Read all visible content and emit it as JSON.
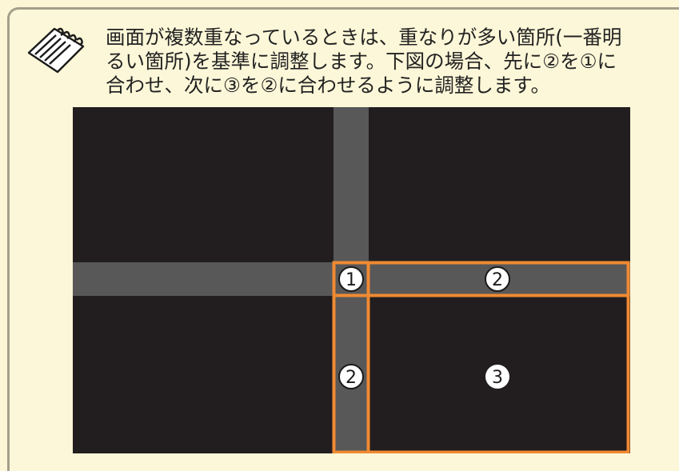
{
  "note": {
    "icon": "note-memo-icon",
    "line1": "画面が複数重なっているときは、重なりが多い箇所(一番明",
    "line2": "るい箇所)を基準に調整します。下図の場合、先に②を①に",
    "line3": "合わせ、次に③を②に合わせるように調整します。"
  },
  "figure": {
    "label_1": "1",
    "label_2_top": "2",
    "label_2_left": "2",
    "label_3": "3",
    "colors": {
      "screen_background": "#221e1f",
      "overlap_band": "#585858",
      "highlight_border": "#f08a32",
      "label_circle": "#ffffff"
    }
  }
}
